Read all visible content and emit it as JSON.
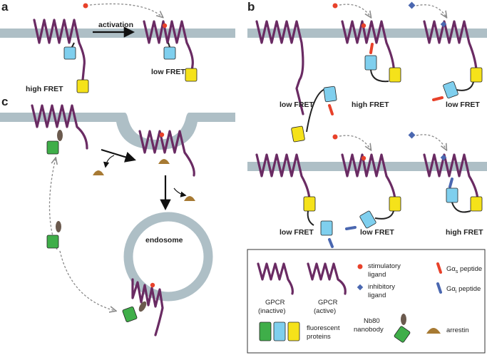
{
  "panels": {
    "a": "a",
    "b": "b",
    "c": "c"
  },
  "panel_a": {
    "arrow_label": "activation",
    "state_left": "high FRET",
    "state_right": "low FRET"
  },
  "panel_b_top": {
    "labels": [
      "low FRET",
      "high FRET",
      "low FRET"
    ]
  },
  "panel_b_bottom": {
    "labels": [
      "low FRET",
      "low FRET",
      "high FRET"
    ]
  },
  "panel_c": {
    "endosome_label": "endosome"
  },
  "legend": {
    "gpcr_inactive_line1": "GPCR",
    "gpcr_inactive_line2": "(inactive)",
    "gpcr_active_line1": "GPCR",
    "gpcr_active_line2": "(active)",
    "stim_line1": "stimulatory",
    "stim_line2": "ligand",
    "inhib_line1": "inhibitory",
    "inhib_line2": "ligand",
    "gas_label": "Gα",
    "gas_sub": "s",
    "gas_suffix": " peptide",
    "gai_label": "Gα",
    "gai_sub": "i",
    "gai_suffix": " peptide",
    "fp_line1": "fluorescent",
    "fp_line2": "proteins",
    "nb_line1": "Nb80",
    "nb_line2": "nanobody",
    "arrestin": "arrestin"
  },
  "colors": {
    "membrane": "#aebfc6",
    "receptor": "#6a2b63",
    "cyan_fp": "#7fcfee",
    "yellow_fp": "#f5e21a",
    "green_fp": "#3fae49",
    "stimulatory_ligand": "#e8412a",
    "inhibitory_ligand": "#4a67b0",
    "arrestin": "#a77a33",
    "nanobody": "#6b5a4e"
  }
}
